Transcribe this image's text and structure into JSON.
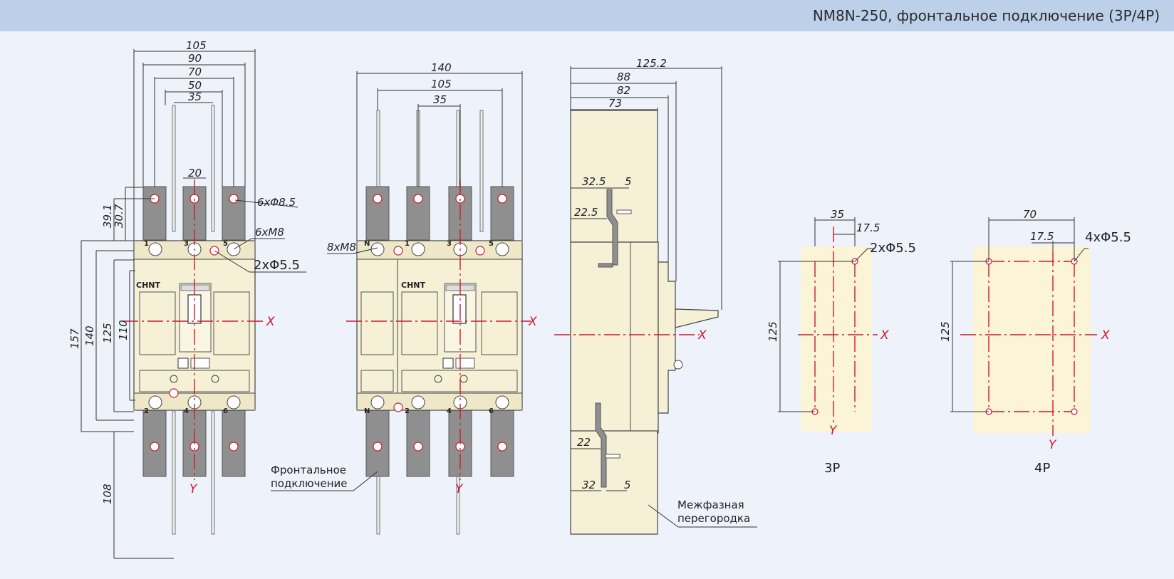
{
  "header": {
    "title": "NM8N-250, фронтальное подключение (3P/4P)"
  },
  "colors": {
    "header_bg": "#bcd0ea",
    "page_bg": "#edf2fb",
    "body_fill": "#f6f0d6",
    "terminal_bar": "#8f8f8f",
    "center_line": "#d0182c"
  },
  "brand": {
    "logo": "CHNT"
  },
  "view_front3p": {
    "dims_top": [
      "105",
      "90",
      "70",
      "50",
      "35"
    ],
    "dim_20": "20",
    "dims_left": [
      "39.1",
      "30.7"
    ],
    "dims_height": [
      "157",
      "140",
      "125",
      "110"
    ],
    "dim_108": "108",
    "callout_holes": "6xΦ8.5",
    "callout_screws": "6xM8",
    "callout_mount": "2xΦ5.5",
    "terminals_top": [
      "1",
      "3",
      "5"
    ],
    "terminals_bottom": [
      "2",
      "4",
      "6"
    ],
    "axis_x": "X",
    "axis_y": "Y"
  },
  "view_front4p": {
    "dims_top": [
      "140",
      "105",
      "35"
    ],
    "callout_screws": "8xM8",
    "terminals_top": [
      "N",
      "1",
      "3",
      "5"
    ],
    "terminals_bottom": [
      "N",
      "2",
      "4",
      "6"
    ],
    "axis_x": "X",
    "axis_y": "Y"
  },
  "front_connection_label": [
    "Фронтальное",
    "подключение"
  ],
  "view_side": {
    "dims_top": [
      "125.2",
      "88",
      "82",
      "73"
    ],
    "dim_upper_a": "32.5",
    "dim_upper_b": "5",
    "dim_upper_c": "22.5",
    "dim_lower_a": "22",
    "dim_lower_b": "32",
    "dim_lower_c": "5",
    "axis_x": "X",
    "label": [
      "Межфазная",
      "перегородка"
    ]
  },
  "template_3p": {
    "dim_w": "35",
    "dim_off": "17.5",
    "dim_h": "125",
    "callout": "2xΦ5.5",
    "axis_x": "X",
    "axis_y": "Y",
    "caption": "3P"
  },
  "template_4p": {
    "dim_w": "70",
    "dim_off": "17.5",
    "dim_h": "125",
    "callout": "4xΦ5.5",
    "axis_x": "X",
    "axis_y": "Y",
    "caption": "4P"
  }
}
